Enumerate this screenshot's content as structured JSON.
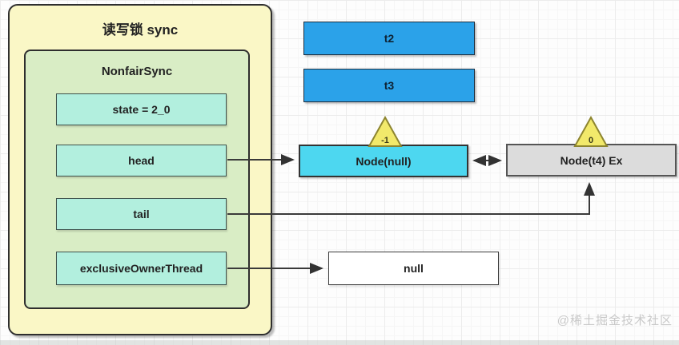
{
  "diagram": {
    "outer_title": "读写锁 sync",
    "inner_title": "NonfairSync",
    "fields": [
      {
        "label": "state = 2_0"
      },
      {
        "label": "head"
      },
      {
        "label": "tail"
      },
      {
        "label": "exclusiveOwnerThread"
      }
    ],
    "threads": [
      {
        "label": "t2"
      },
      {
        "label": "t3"
      }
    ],
    "nodes": [
      {
        "label": "Node(null)",
        "badge": "-1"
      },
      {
        "label": "Node(t4) Ex",
        "badge": "0"
      }
    ],
    "null_box": {
      "label": "null"
    },
    "watermark": "@稀土掘金技术社区",
    "colors": {
      "outer_fill": "#FAF7C6",
      "inner_fill": "#D9EDC5",
      "field_fill": "#B2EFDE",
      "thread_fill": "#2BA2E9",
      "node_cyan_fill": "#4DD7F0",
      "node_gray_fill": "#DCDCDC",
      "triangle_fill": "#F2E96B",
      "line_color": "#3A3A3A"
    }
  }
}
